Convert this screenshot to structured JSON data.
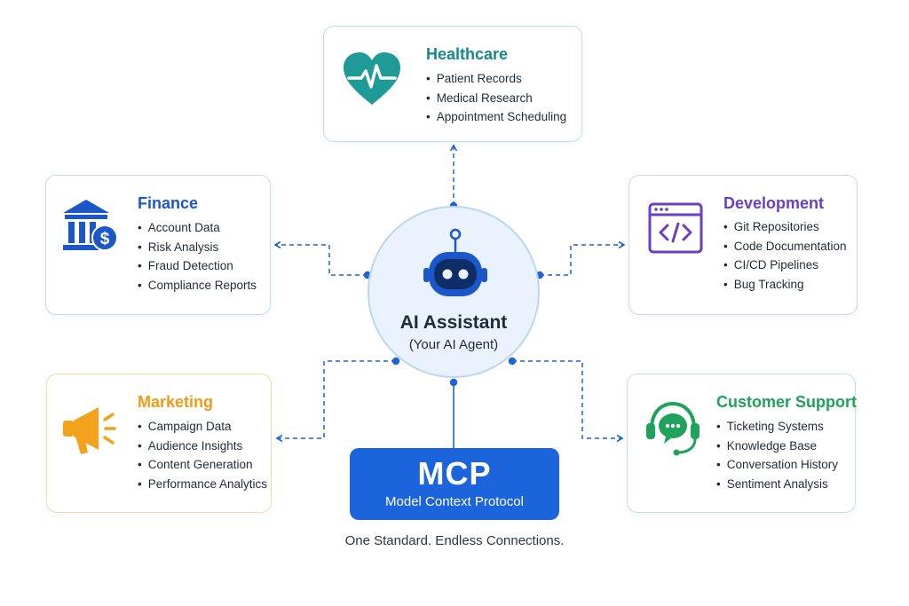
{
  "center": {
    "title": "AI Assistant",
    "subtitle": "(Your AI Agent)",
    "icon": "robot-icon"
  },
  "protocol": {
    "acronym": "MCP",
    "name": "Model Context Protocol",
    "color": "#1c64db"
  },
  "tagline": "One Standard. Endless Connections.",
  "domains": {
    "healthcare": {
      "title": "Healthcare",
      "icon": "heart-pulse-icon",
      "color": "#15898c",
      "items": [
        "Patient Records",
        "Medical Research",
        "Appointment Scheduling"
      ]
    },
    "finance": {
      "title": "Finance",
      "icon": "bank-dollar-icon",
      "color": "#1b57c9",
      "items": [
        "Account Data",
        "Risk Analysis",
        "Fraud Detection",
        "Compliance Reports"
      ]
    },
    "development": {
      "title": "Development",
      "icon": "code-window-icon",
      "color": "#6a3fc1",
      "items": [
        "Git Repositories",
        "Code Documentation",
        "CI/CD Pipelines",
        "Bug Tracking"
      ]
    },
    "marketing": {
      "title": "Marketing",
      "icon": "megaphone-icon",
      "color": "#f09a15",
      "items": [
        "Campaign Data",
        "Audience Insights",
        "Content Generation",
        "Performance Analytics"
      ]
    },
    "support": {
      "title": "Customer Support",
      "icon": "headset-icon",
      "color": "#1fa25a",
      "items": [
        "Ticketing Systems",
        "Knowledge Base",
        "Conversation History",
        "Sentiment Analysis"
      ]
    }
  }
}
